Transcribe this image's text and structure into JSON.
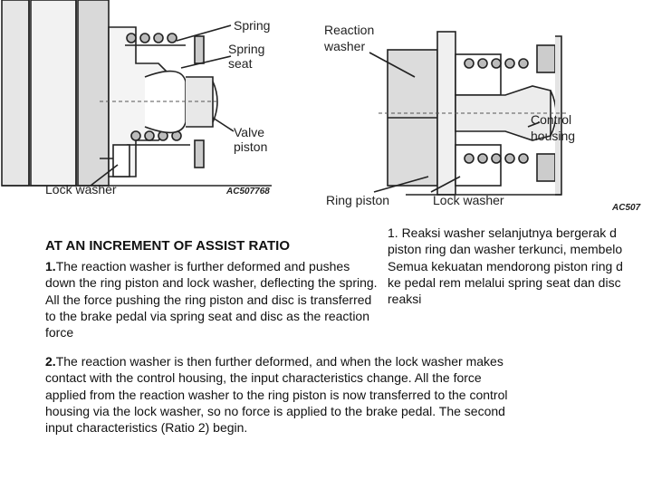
{
  "figure_left": {
    "labels": {
      "spring": "Spring",
      "spring_seat_1": "Spring",
      "spring_seat_2": "seat",
      "valve_piston_1": "Valve",
      "valve_piston_2": "piston",
      "lock_washer": "Lock washer"
    },
    "code": "AC507768"
  },
  "figure_right": {
    "labels": {
      "reaction_washer_1": "Reaction",
      "reaction_washer_2": "washer",
      "control_housing_1": "Control",
      "control_housing_2": "housing",
      "ring_piston": "Ring piston",
      "lock_washer": "Lock washer"
    },
    "code": "AC507"
  },
  "heading": "AT AN INCREMENT OF ASSIST RATIO",
  "para1": {
    "number": "1.",
    "text": "The reaction washer is further deformed and pushes down the ring piston and lock washer, deflecting the spring. All the force pushing the ring piston and disc is transferred to the brake pedal via spring seat and disc as the reaction force"
  },
  "indonesian": {
    "line1": "1.  Reaksi washer  selanjutnya bergerak d",
    "line2": "piston ring dan washer terkunci, membelo",
    "line3": "Semua kekuatan mendorong piston ring d",
    "line4": "ke pedal rem melalui spring seat dan disc",
    "line5": "reaksi"
  },
  "para2": {
    "number": "2.",
    "text": "The reaction washer is then further deformed, and when the lock washer makes contact with the control housing, the input characteristics change. All the force applied from the reaction washer to the ring piston is now transferred to the control housing via the lock washer, so no force is applied to the brake pedal. The second input characteristics (Ratio 2) begin."
  }
}
